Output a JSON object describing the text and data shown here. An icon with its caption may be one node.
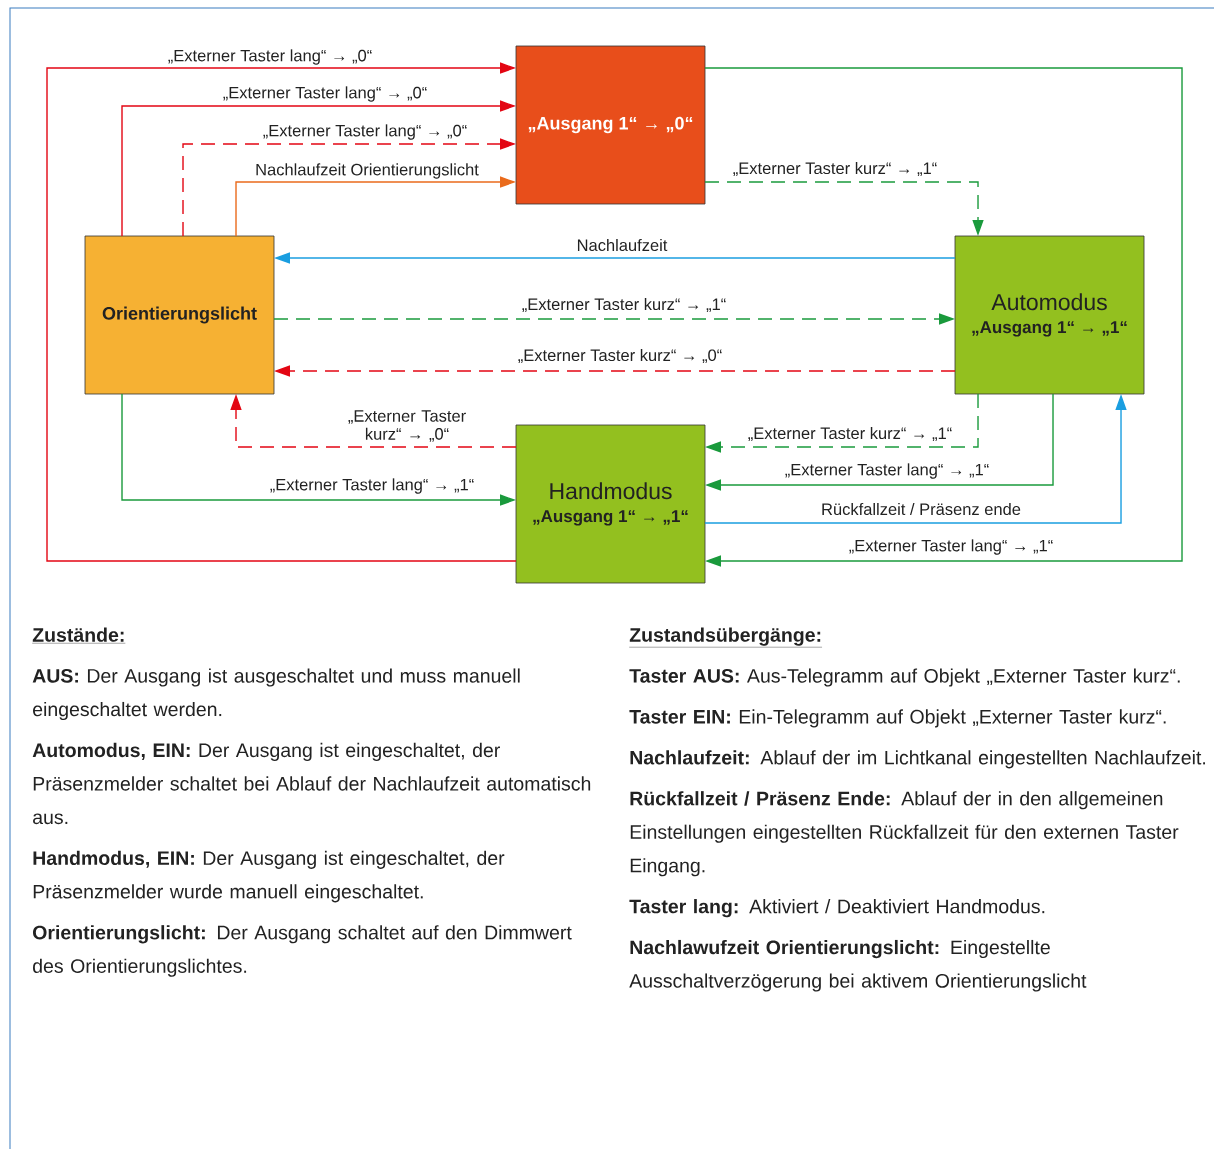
{
  "diagram": {
    "nodes": [
      {
        "text": [
          "„Ausgang 1“ → „0“"
        ]
      },
      {
        "text": [
          "Orientierungslicht"
        ]
      },
      {
        "text": [
          "Automodus",
          "„Ausgang 1“ → „1“"
        ]
      },
      {
        "text": [
          "Handmodus",
          "„Ausgang 1“ → „1“"
        ]
      }
    ],
    "edges": [
      {
        "from": 3,
        "to": 0,
        "arrow": "to",
        "label": "„Externer Taster lang“ → „0“",
        "color": "#e30613"
      },
      {
        "from": 1,
        "to": 0,
        "arrow": "to",
        "label": "„Externer Taster lang“ → „0“",
        "color": "#e30613"
      },
      {
        "from": 1,
        "to": 0,
        "arrow": "to",
        "label": "„Externer Taster lang“ → „0“",
        "style": "dashed",
        "color": "#e30613"
      },
      {
        "from": 1,
        "to": 0,
        "arrow": "to",
        "label": "Nachlaufzeit Orientierungslicht",
        "color": "#ea6b1c"
      },
      {
        "from": 0,
        "to": 2,
        "arrow": "to",
        "label": "„Externer Taster kurz“ → „1“",
        "style": "dashed",
        "color": "#1a9a3c"
      },
      {
        "from": 0,
        "to": 3,
        "arrow": "to",
        "label": "„Externer Taster lang“ → „1“",
        "color": "#1a9a3c"
      },
      {
        "from": 2,
        "to": 1,
        "arrow": "to",
        "label": "Nachlaufzeit",
        "color": "#1a9ee0"
      },
      {
        "from": 1,
        "to": 2,
        "arrow": "to",
        "label": "„Externer Taster kurz“ → „1“",
        "style": "dashed",
        "color": "#1a9a3c"
      },
      {
        "from": 2,
        "to": 1,
        "arrow": "to",
        "label": "„Externer Taster kurz“ → „0“",
        "style": "dashed",
        "color": "#e30613"
      },
      {
        "from": 3,
        "to": 1,
        "arrow": "to",
        "label": "„Externer Taster kurz“ → „0“",
        "style": "dashed",
        "color": "#e30613"
      },
      {
        "from": 1,
        "to": 3,
        "arrow": "to",
        "label": "„Externer Taster lang“ → „1“",
        "color": "#1a9a3c"
      },
      {
        "from": 2,
        "to": 3,
        "arrow": "to",
        "label": "„Externer Taster kurz“ → „1“",
        "style": "dashed",
        "color": "#1a9a3c"
      },
      {
        "from": 2,
        "to": 3,
        "arrow": "to",
        "label": "„Externer Taster lang“ → „1“",
        "color": "#1a9a3c"
      },
      {
        "from": 3,
        "to": 2,
        "arrow": "to",
        "label": "Rückfallzeit / Präsenz ende",
        "color": "#1a9ee0"
      }
    ],
    "labels": [
      "Zustände:",
      "**AUS:** Der Ausgang ist ausgeschaltet und muss manuell eingeschaltet werden.",
      "**Automodus, EIN:** Der Ausgang ist eingeschaltet, der Präsenzmelder schaltet bei Ablauf der Nachlaufzeit automatisch aus.",
      "**Handmodus, EIN:** Der Ausgang ist eingeschaltet, der Präsenzmelder wurde manuell eingeschaltet.",
      "**Orientierungslicht:** Der Ausgang schaltet auf den Dimmwert des Orientierungslichtes.",
      "Zustandsübergänge:",
      "**Taster AUS:** Aus-Telegramm auf Objekt „Externer Taster kurz“.",
      "**Taster EIN:** Ein-Telegramm auf Objekt „Externer Taster kurz“.",
      "**Nachlaufzeit:** Ablauf der im Lichtkanal eingestellten Nachlaufzeit.",
      "**Rückfallzeit / Präsenz Ende:** Ablauf der in den allgemeinen Einstellungen eingestellten Rückfallzeit für den externen Taster Eingang.",
      "**Taster lang:** Aktiviert / Deaktiviert Handmodus.",
      "**Nachlawufzeit Orientierungslicht:** Eingestellte Ausschaltverzögerung bei aktivem Orientierungslicht"
    ]
  }
}
